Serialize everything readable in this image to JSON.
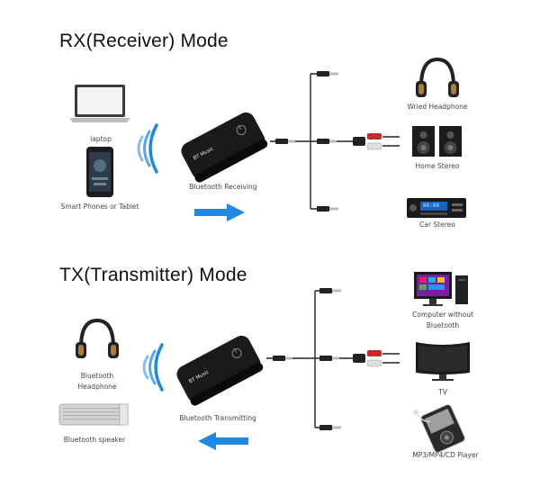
{
  "rx": {
    "title": "RX(Receiver) Mode",
    "sources": {
      "laptop": "laptop",
      "phone": "Smart Phones or Tablet"
    },
    "device": {
      "brand": "BT Music",
      "caption": "Bluetooth Receiving"
    },
    "outputs": {
      "headphone": "Wried Headphone",
      "stereo": "Home Stereo",
      "car": "Car Stereo"
    },
    "car_display": "88:88"
  },
  "tx": {
    "title": "TX(Transmitter) Mode",
    "sources": {
      "headphone_line1": "Bluetooth",
      "headphone_line2": "Headphone",
      "speaker": "Bluetooth speaker"
    },
    "device": {
      "brand": "BT Music",
      "caption": "Bluetooth Transmitting"
    },
    "inputs": {
      "computer_line1": "Computer without",
      "computer_line2": "Bluetooth",
      "tv": "TV",
      "player": "MP3/MP4/CD Player"
    }
  },
  "colors": {
    "arrow": "#1e88e5",
    "wave": "#1e88e5",
    "device": "#1a1a1a",
    "cable": "#222222"
  }
}
